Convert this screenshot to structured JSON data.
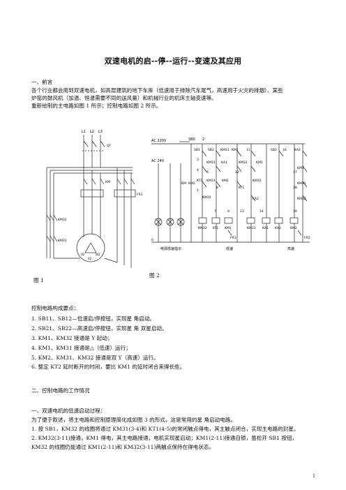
{
  "title": "双速电机的启--停--运行--变速及其应用",
  "intro": {
    "heading": "一、前言",
    "lines": [
      "各个行业都会用到双速电机，如高层建筑的地下车库（低速用于排除汽车尾气，高速用于火灾的排烟）、某些",
      "炉窑的鼓风机（加温、恒温需要不同的送风量）和机械行业的机床主轴变速等。",
      "重新绘制的主电路如图 1 所示；控制电路如图 2 所示。"
    ]
  },
  "figure1": {
    "caption": "图    1",
    "labels": {
      "l1": "L1",
      "l2": "L2",
      "l3": "L3",
      "qf": "QF",
      "km": "KM",
      "fr1": "FR1",
      "km32": "KM32",
      "km31": "KM31",
      "u2": "U2",
      "w2": "W2",
      "v2": "V2"
    }
  },
  "figure2": {
    "caption": "图    2",
    "labels": {
      "ac220": "AC 220V",
      "sb0": "SB0",
      "n2": "2",
      "ac24": "AC 24V",
      "sb1": "SB1",
      "sb2": "SB2",
      "km31a": "KM31",
      "km31b": "KM31",
      "km31c": "KM31",
      "km31d": "KM31",
      "km32a": "KM32",
      "km32b": "KM32",
      "km32c": "KM32",
      "km32d": "KM32",
      "km1a": "KM1",
      "km1b": "KM1",
      "km1c": "KM1",
      "km2a": "KM2",
      "km2b": "KM2",
      "km2c": "KM2",
      "ka1a": "KA1",
      "ka1b": "KA1",
      "ka2a": "KA2",
      "ka2b": "KA2",
      "ka2c": "KA2",
      "kt1a": "KT1",
      "kt1b": "KT1",
      "kt1c": "KT1",
      "kd": "KM",
      "n3": "3",
      "n4": "4",
      "n5": "5",
      "n6": "6",
      "n8": "8",
      "n11": "11",
      "n12": "12",
      "n16": "16",
      "n17": "17",
      "n18": "18",
      "n7": "7",
      "n9": "9",
      "n13": "13",
      "n14": "14",
      "n19": "19",
      "n0": "0",
      "fr1": "FR1",
      "fr2": "FR2",
      "zone1": "电源低速指示",
      "zone2": "低速",
      "zone3": "高速"
    }
  },
  "key_points": {
    "heading": "控制电路构成要点：",
    "items": [
      "1.    SB11、SB12—低速启/停按钮，实现星  角启动。",
      "2.    SB21、SB22—高速启/停按钮，实现星  角  双星启动。",
      "3.    KM1、KM32 接通是 Y 起动；",
      "4.    KM1、KM31 接通是△（低速）运行；",
      "5.    KM2、KM31、KM32 接通是双 Y（高速）运行。",
      "6.    整定 KT2 延时断开的时间，要比 KM1 的延时闭合来得长些。"
    ]
  },
  "section2": {
    "heading": "二、控制电路的工作情况",
    "sub_heading": "一、双速电机的低速启动过程：",
    "lines": [
      "为了便于叙述，将主电路和控制原理简化成如图    3 的形式，这是常用的星  角启动电路。",
      "1. 按 SB1，KM32 的线圈将通过 KM31(3-4)和 KT1(4-5)的常闭触点得电，其主触点闭合，实现主电路的封星。",
      "2. KM32(3-11)接通，KM1 得电，其主电路接通，电机实现星启动；KM1(2-11)接通自锁，虽松开 SB1 按钮，",
      "KM32 的线圈仍能通过 KM1(2-11)和 KM32(3-11)两触点保持在得电状态。"
    ]
  },
  "page_number": "1"
}
